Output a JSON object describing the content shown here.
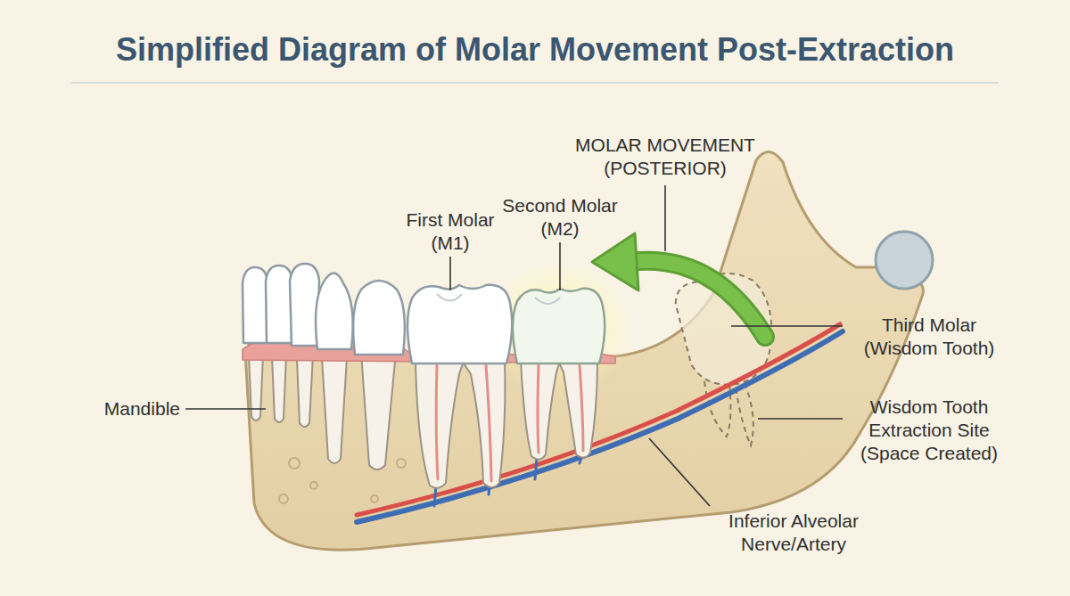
{
  "diagram": {
    "title": "Simplified Diagram of Molar Movement Post-Extraction",
    "labels": [
      "MOLAR MOVEMENT (POSTERIOR)",
      "First Molar (M1)",
      "Second Molar (M2)",
      "Mandible",
      "Third Molar (Wisdom Tooth)",
      "Wisdom Tooth Extraction Site (Space Created)",
      "Inferior Alveolar Nerve/Artery"
    ]
  }
}
